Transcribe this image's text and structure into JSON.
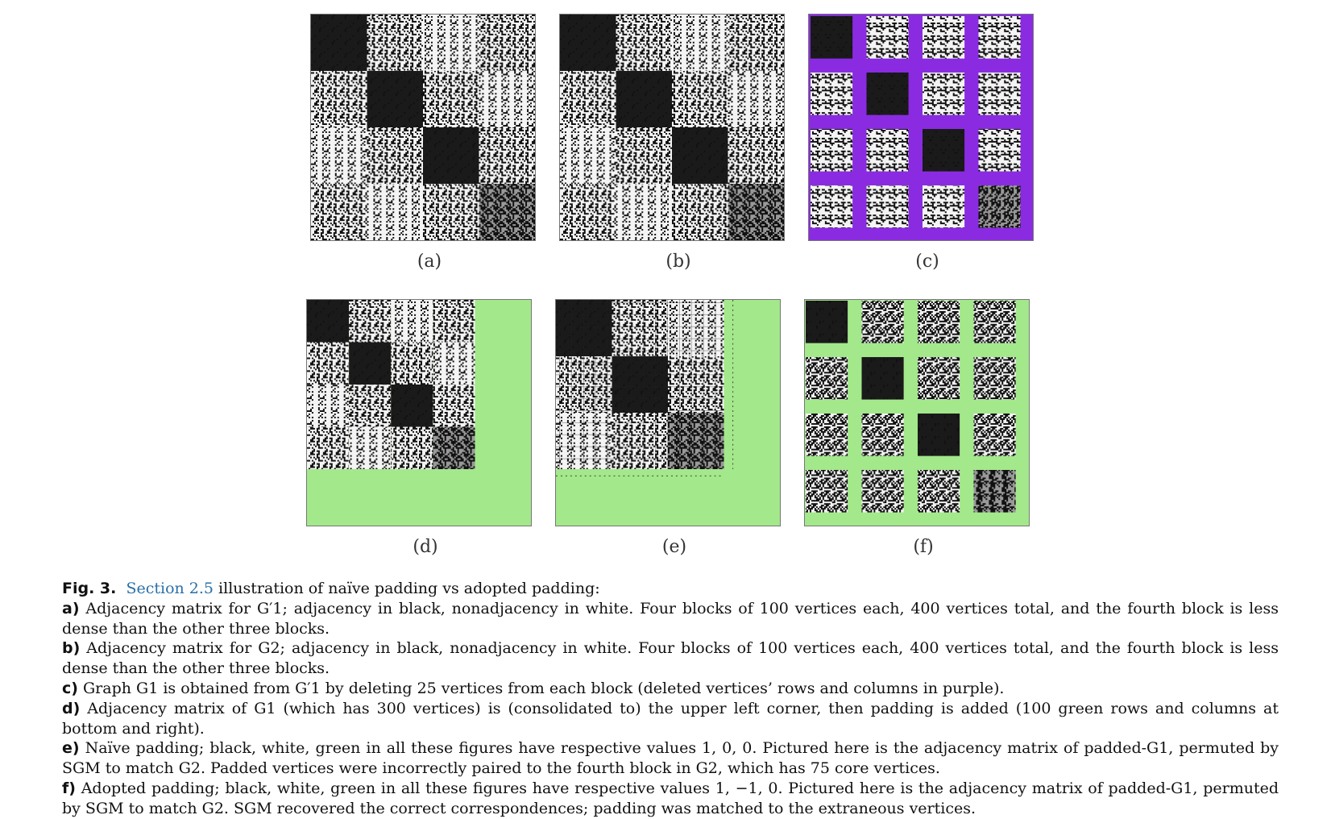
{
  "panels": [
    {
      "id": "a",
      "label": "(a)",
      "kind": "block-matrix"
    },
    {
      "id": "b",
      "label": "(b)",
      "kind": "block-matrix"
    },
    {
      "id": "c",
      "label": "(c)",
      "kind": "deleted-vertices",
      "highlight_color": "#8a2be2"
    },
    {
      "id": "d",
      "label": "(d)",
      "kind": "corner-padding",
      "pad_color": "#a3e88b"
    },
    {
      "id": "e",
      "label": "(e)",
      "kind": "naive-padding",
      "pad_color": "#a3e88b"
    },
    {
      "id": "f",
      "label": "(f)",
      "kind": "adopted-padding",
      "pad_color": "#a3e88b"
    }
  ],
  "caption": {
    "fig_label": "Fig. 3.",
    "section_ref": "Section 2.5",
    "intro": " illustration of naïve padding vs adopted padding:",
    "items": [
      {
        "key": "a)",
        "text": "Adjacency matrix for G′1; adjacency in black, nonadjacency in white. Four blocks of 100 vertices each, 400 vertices total, and the fourth block is less dense than the other three blocks."
      },
      {
        "key": "b)",
        "text": "Adjacency matrix for G2; adjacency in black, nonadjacency in white. Four blocks of 100 vertices each, 400 vertices total, and the fourth block is less dense than the other three blocks."
      },
      {
        "key": "c)",
        "text": "Graph G1 is obtained from G′1 by deleting 25 vertices from each block (deleted vertices’ rows and columns in purple)."
      },
      {
        "key": "d)",
        "text": "Adjacency matrix of G1 (which has 300 vertices) is (consolidated to) the upper left corner, then padding is added (100 green rows and columns at bottom and right)."
      },
      {
        "key": "e)",
        "text": "Naïve padding; black, white, green in all these figures have respective values 1, 0, 0. Pictured here is the adjacency matrix of padded-G1, permuted by SGM to match G2. Padded vertices were incorrectly paired to the fourth block in G2, which has 75 core vertices."
      },
      {
        "key": "f)",
        "text": "Adopted padding; black, white, green in all these figures have respective values 1, −1, 0. Pictured here is the adjacency matrix of padded-G1, permuted by SGM to match G2. SGM recovered the correct correspondences; padding was matched to the extraneous vertices."
      }
    ]
  }
}
